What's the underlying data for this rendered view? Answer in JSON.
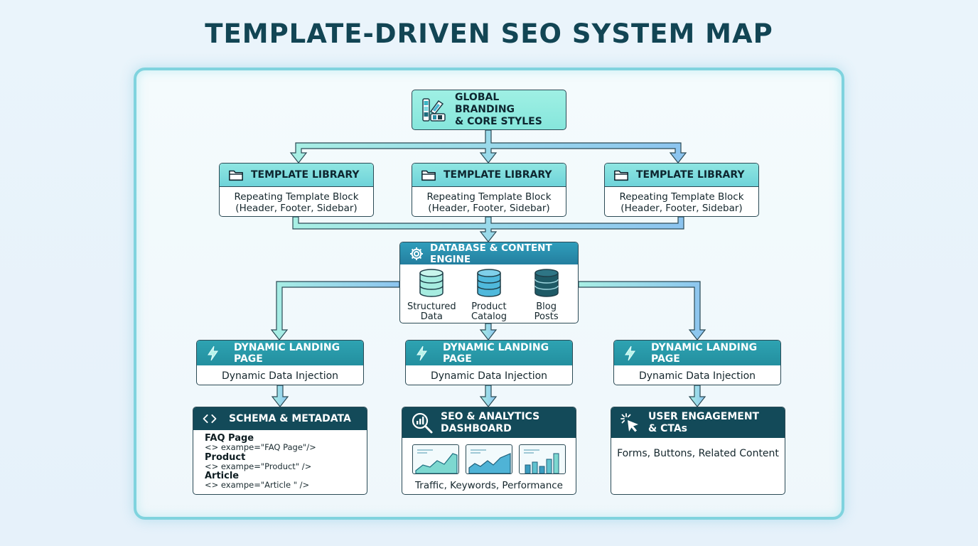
{
  "title": "TEMPLATE-DRIVEN SEO SYSTEM MAP",
  "branding": {
    "line1": "GLOBAL BRANDING",
    "line2": "& CORE STYLES"
  },
  "templates": [
    {
      "title": "TEMPLATE LIBRARY",
      "desc1": "Repeating Template Block",
      "desc2": "(Header, Footer, Sidebar)"
    },
    {
      "title": "TEMPLATE LIBRARY",
      "desc1": "Repeating Template Block",
      "desc2": "(Header, Footer, Sidebar)"
    },
    {
      "title": "TEMPLATE LIBRARY",
      "desc1": "Repeating Template Block",
      "desc2": "(Header, Footer, Sidebar)"
    }
  ],
  "database": {
    "title": "DATABASE & CONTENT ENGINE",
    "items": [
      {
        "line1": "Structured",
        "line2": "Data"
      },
      {
        "line1": "Product",
        "line2": "Catalog"
      },
      {
        "line1": "Blog",
        "line2": "Posts"
      }
    ]
  },
  "dynamic": [
    {
      "title": "DYNAMIC LANDING PAGE",
      "desc": "Dynamic Data Injection"
    },
    {
      "title": "DYNAMIC LANDING PAGE",
      "desc": "Dynamic Data Injection"
    },
    {
      "title": "DYNAMIC LANDING PAGE",
      "desc": "Dynamic Data Injection"
    }
  ],
  "schema": {
    "title": "SCHEMA & METADATA",
    "entries": [
      {
        "key": "FAQ Page",
        "code": "<> exampe=\"FAQ Page\"/>"
      },
      {
        "key": "Product",
        "code": "<> exampe=\"Product\" />"
      },
      {
        "key": "Article",
        "code": "<> exampe=\"Article \" />"
      }
    ]
  },
  "seo": {
    "line1": "SEO & ANALYTICS",
    "line2": "DASHBOARD",
    "caption": "Traffic, Keywords, Performance"
  },
  "engagement": {
    "line1": "USER ENGAGEMENT",
    "line2": "& CTAs",
    "desc": "Forms, Buttons, Related Content"
  },
  "colors": {
    "title": "#124554",
    "frame_border": "#7fd3de",
    "connector_light": "#a6ece5",
    "connector_blue": "#8fc6ee",
    "template_header": "#7fdde0",
    "db_header": "#2a8eae",
    "dynamic_header": "#2a9aaa",
    "bottom_header": "#134a59"
  }
}
